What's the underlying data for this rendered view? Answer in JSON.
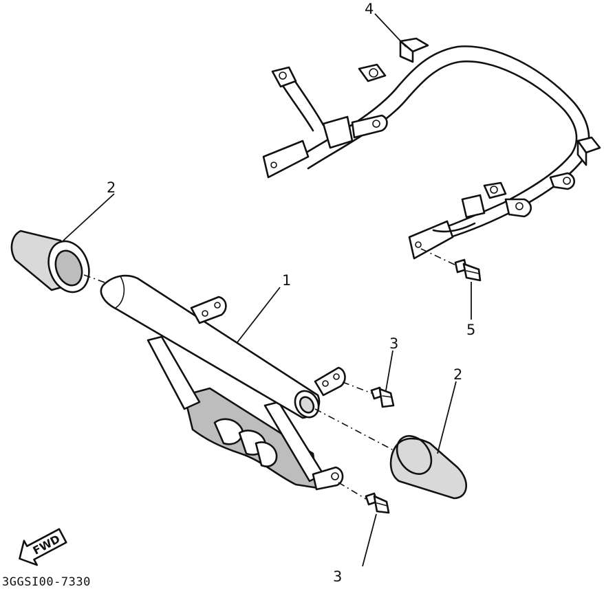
{
  "callouts": {
    "guard": "1",
    "cap_left": "2",
    "cap_right": "2",
    "bolt_upper": "3",
    "bolt_lower": "3",
    "rear_frame": "4",
    "frame_bolt": "5"
  },
  "direction_label": "FWD",
  "diagram_code": "3GGSI00-7330"
}
